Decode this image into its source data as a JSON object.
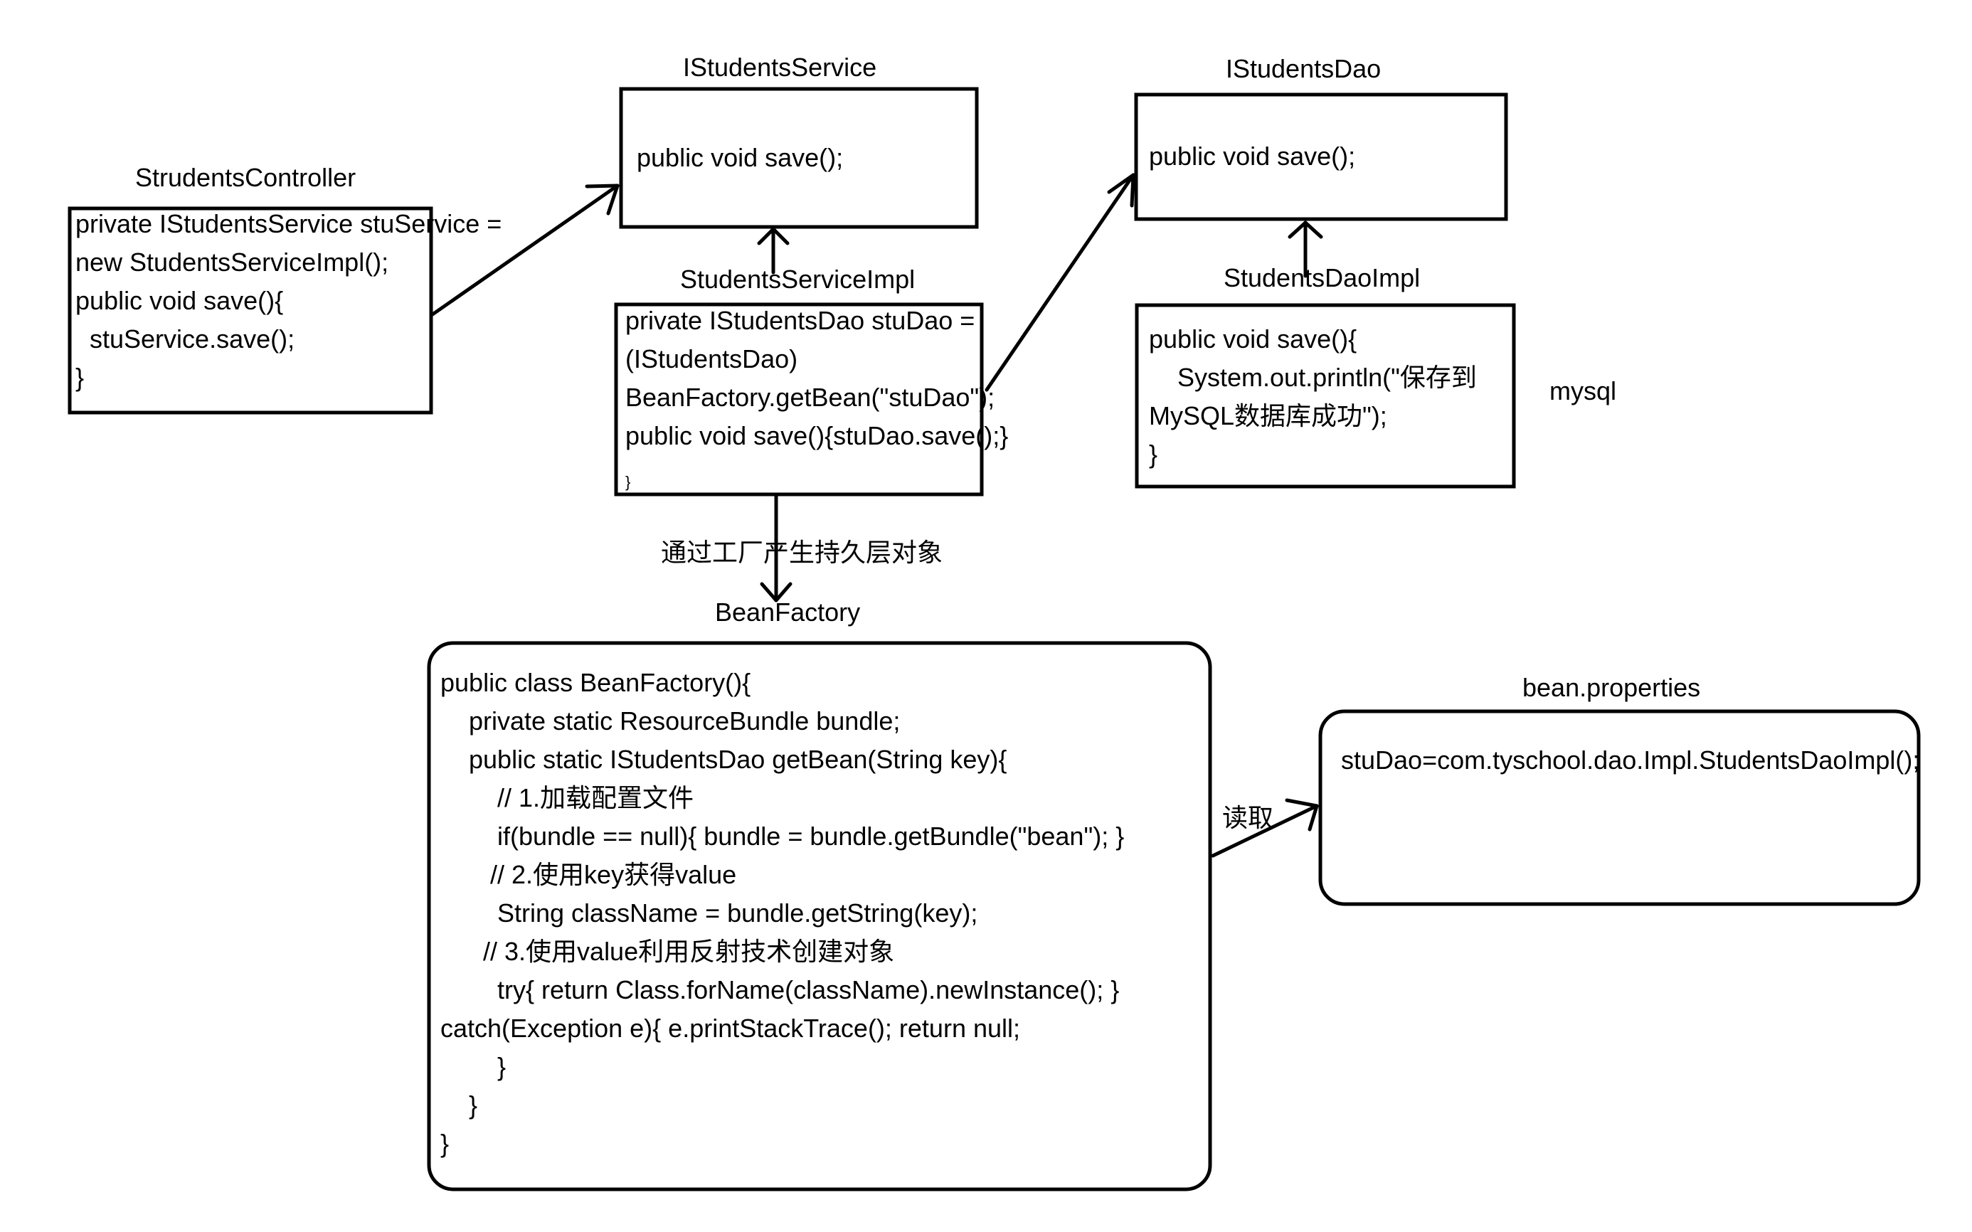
{
  "nodes": {
    "controller": {
      "title": "StrudentsController",
      "lines": [
        "private IStudentsService stuService =",
        "new StudentsServiceImpl();",
        "public void save(){",
        "  stuService.save();",
        "}"
      ]
    },
    "service_interface": {
      "title": "IStudentsService",
      "lines": [
        "public void save();"
      ]
    },
    "service_impl": {
      "title": "StudentsServiceImpl",
      "lines": [
        "private IStudentsDao stuDao =",
        "(IStudentsDao)",
        "BeanFactory.getBean(\"stuDao\");",
        "public void save(){stuDao.save();}",
        "}"
      ]
    },
    "dao_interface": {
      "title": "IStudentsDao",
      "lines": [
        "public void save();"
      ]
    },
    "dao_impl": {
      "title": "StudentsDaoImpl",
      "lines": [
        "public void save(){",
        "    System.out.println(\"保存到",
        "MySQL数据库成功\");",
        "}"
      ]
    },
    "mysql": {
      "label": "mysql"
    },
    "bean_factory": {
      "title": "BeanFactory",
      "lines": [
        "public class BeanFactory(){",
        "    private static ResourceBundle bundle;",
        "    public static IStudentsDao getBean(String key){",
        "        // 1.加载配置文件",
        "        if(bundle == null){ bundle = bundle.getBundle(\"bean\"); }",
        "       // 2.使用key获得value",
        "        String className = bundle.getString(key);",
        "      // 3.使用value利用反射技术创建对象",
        "        try{ return Class.forName(className).newInstance(); }",
        "catch(Exception e){ e.printStackTrace(); return null;",
        "        }",
        "    }",
        "}"
      ]
    },
    "bean_properties": {
      "title": "bean.properties",
      "lines": [
        "stuDao=com.tyschool.dao.Impl.StudentsDaoImpl();"
      ]
    }
  },
  "edges": {
    "factory_label": "通过工厂产生持久层对象",
    "read_label": "读取"
  }
}
